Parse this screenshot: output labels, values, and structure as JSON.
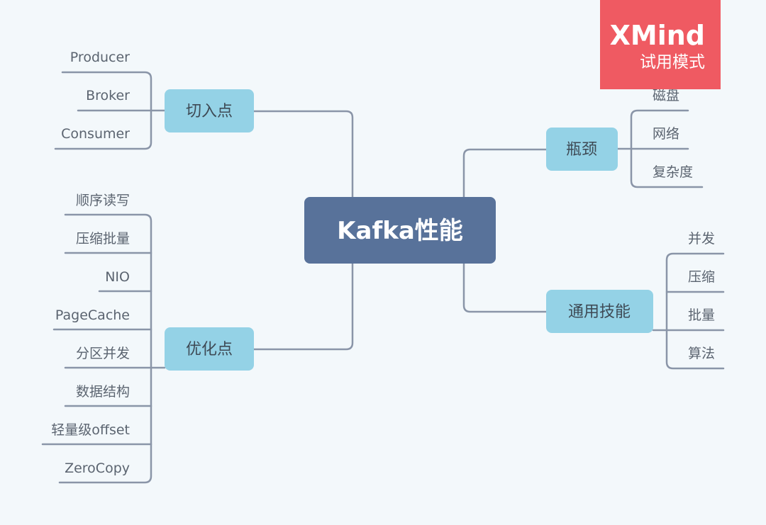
{
  "root": {
    "label": "Kafka性能"
  },
  "branches": {
    "entry": {
      "label": "切入点",
      "leaves": [
        "Producer",
        "Broker",
        "Consumer"
      ]
    },
    "optimize": {
      "label": "优化点",
      "leaves": [
        "顺序读写",
        "压缩批量",
        "NIO",
        "PageCache",
        "分区并发",
        "数据结构",
        "轻量级offset",
        "ZeroCopy"
      ]
    },
    "bottleneck": {
      "label": "瓶颈",
      "leaves": [
        "磁盘",
        "网络",
        "复杂度"
      ]
    },
    "general": {
      "label": "通用技能",
      "leaves": [
        "并发",
        "压缩",
        "批量",
        "算法"
      ]
    }
  },
  "watermark": {
    "brand": "XMind",
    "mode": "试用模式"
  },
  "colors": {
    "root": "#58729a",
    "branch": "#94d2e6",
    "line": "#8a95a8",
    "watermark": "#ef5a62",
    "background": "#f3f8fb"
  }
}
